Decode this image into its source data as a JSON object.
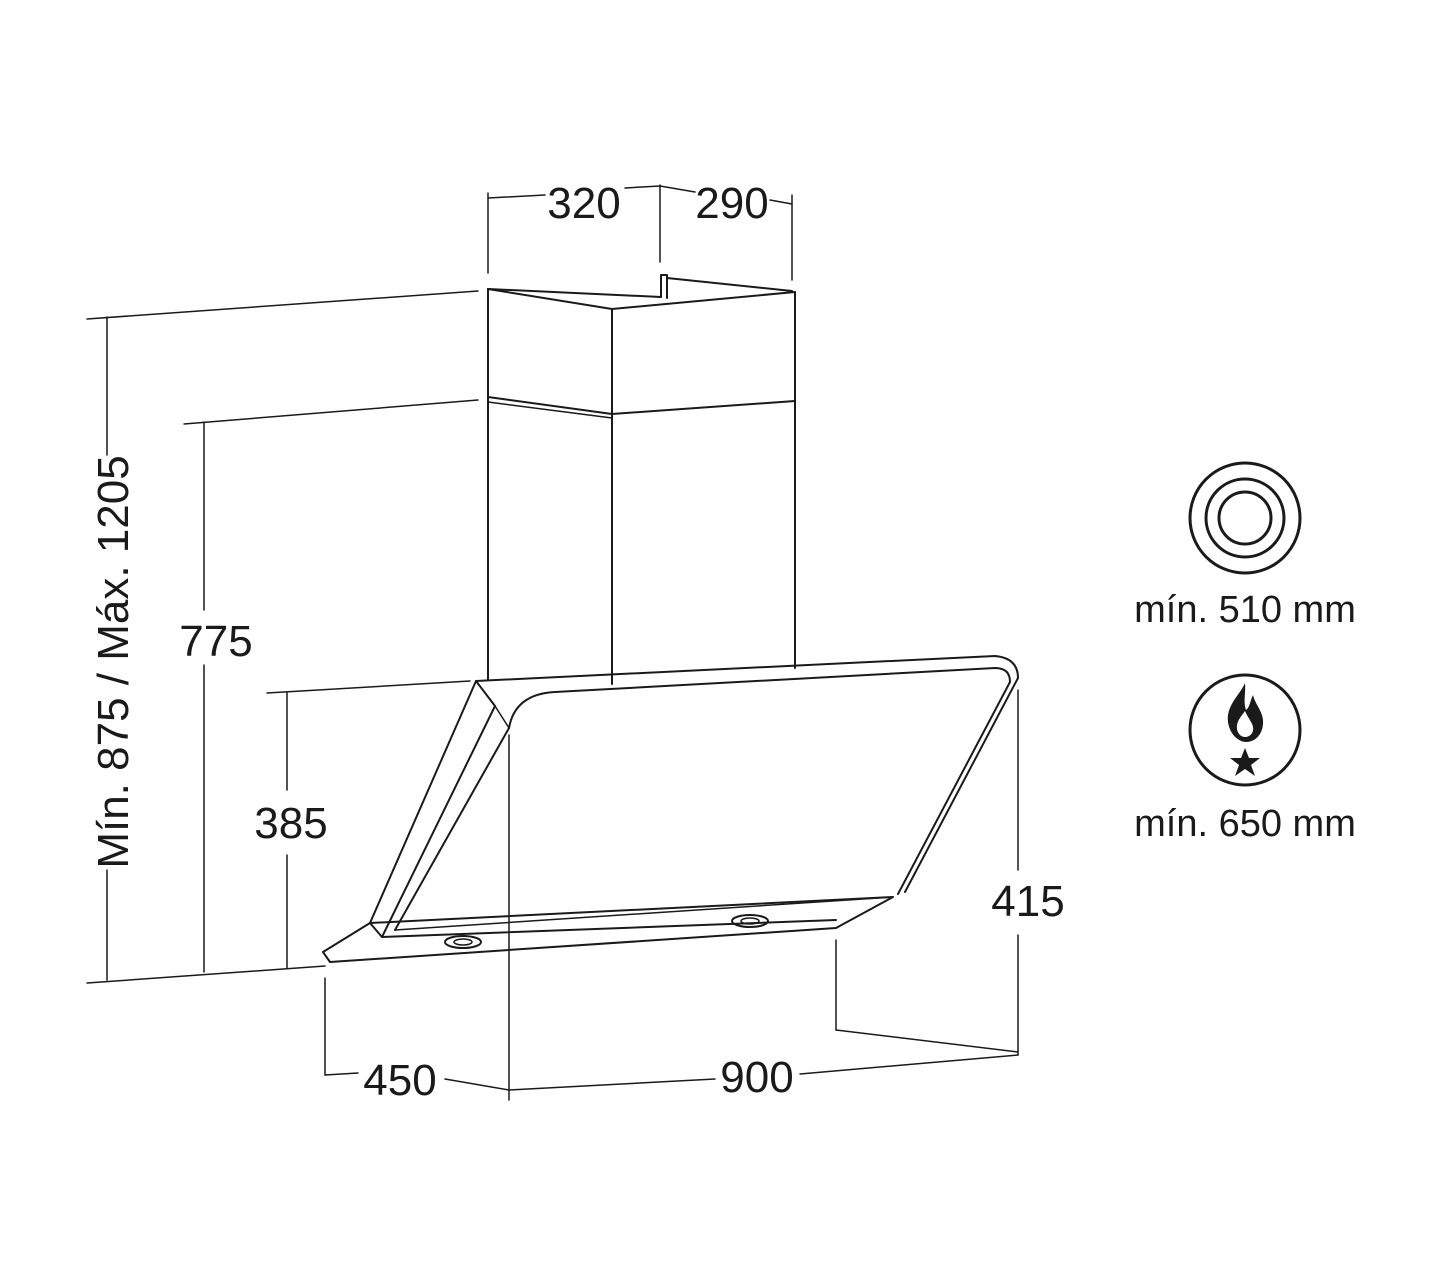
{
  "dimensions": {
    "chimney_width": "320",
    "chimney_depth": "290",
    "total_height": "Mín. 875 / Máx. 1205",
    "body_height_upper": "775",
    "body_height_lower": "385",
    "canopy_height": "415",
    "depth": "450",
    "width": "900"
  },
  "clearances": {
    "electric": {
      "icon": "electric-hob-icon",
      "label": "mín. 510 mm"
    },
    "gas": {
      "icon": "gas-flame-icon",
      "label": "mín. 650 mm"
    }
  }
}
